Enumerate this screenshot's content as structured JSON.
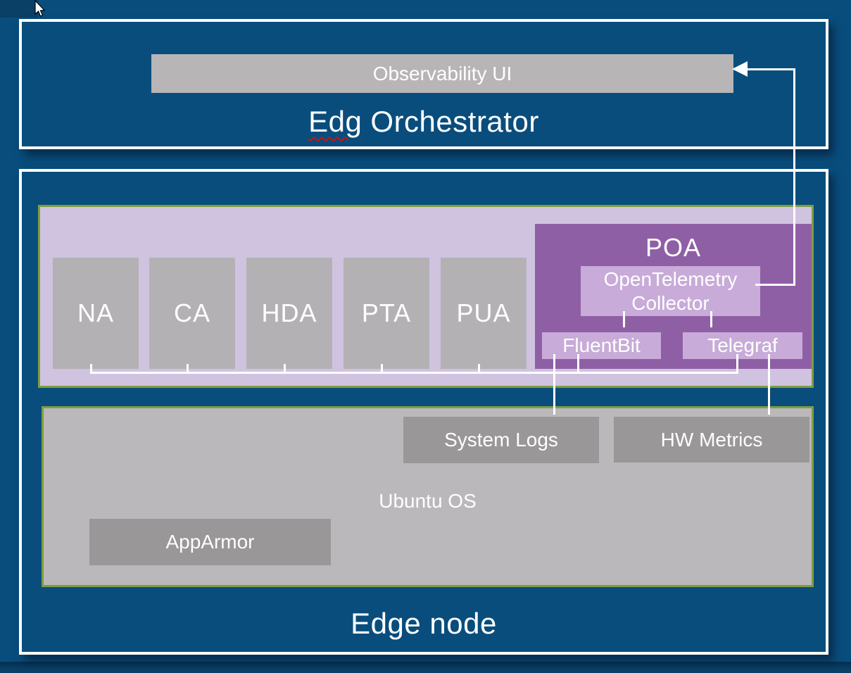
{
  "orchestrator": {
    "title_word1": "Edg",
    "title_word2": "Orchestrator",
    "observability_ui_label": "Observability UI"
  },
  "edge_node": {
    "title": "Edge node",
    "agents": [
      "NA",
      "CA",
      "HDA",
      "PTA",
      "PUA"
    ],
    "poa": {
      "label": "POA",
      "otel_collector_label": "OpenTelemetry Collector",
      "fluentbit_label": "FluentBit",
      "telegraf_label": "Telegraf"
    },
    "ubuntu": {
      "label": "Ubuntu OS",
      "system_logs_label": "System Logs",
      "hw_metrics_label": "HW Metrics",
      "apparmor_label": "AppArmor"
    }
  },
  "colors": {
    "slide_background": "#094d7d",
    "outside_background": "#0a4066",
    "container_border": "#ffffff",
    "olive_border": "#7f9d3e",
    "lavender_panel": "#d0c3e0",
    "poa_purple": "#8f5fa5",
    "light_purple_box": "#c8abd9",
    "gray_box": "#b4b1b4",
    "ubuntu_gray": "#bab8ba",
    "dark_gray_box": "#999798",
    "connector": "#ffffff",
    "spellcheck_underline": "#cc1111"
  }
}
